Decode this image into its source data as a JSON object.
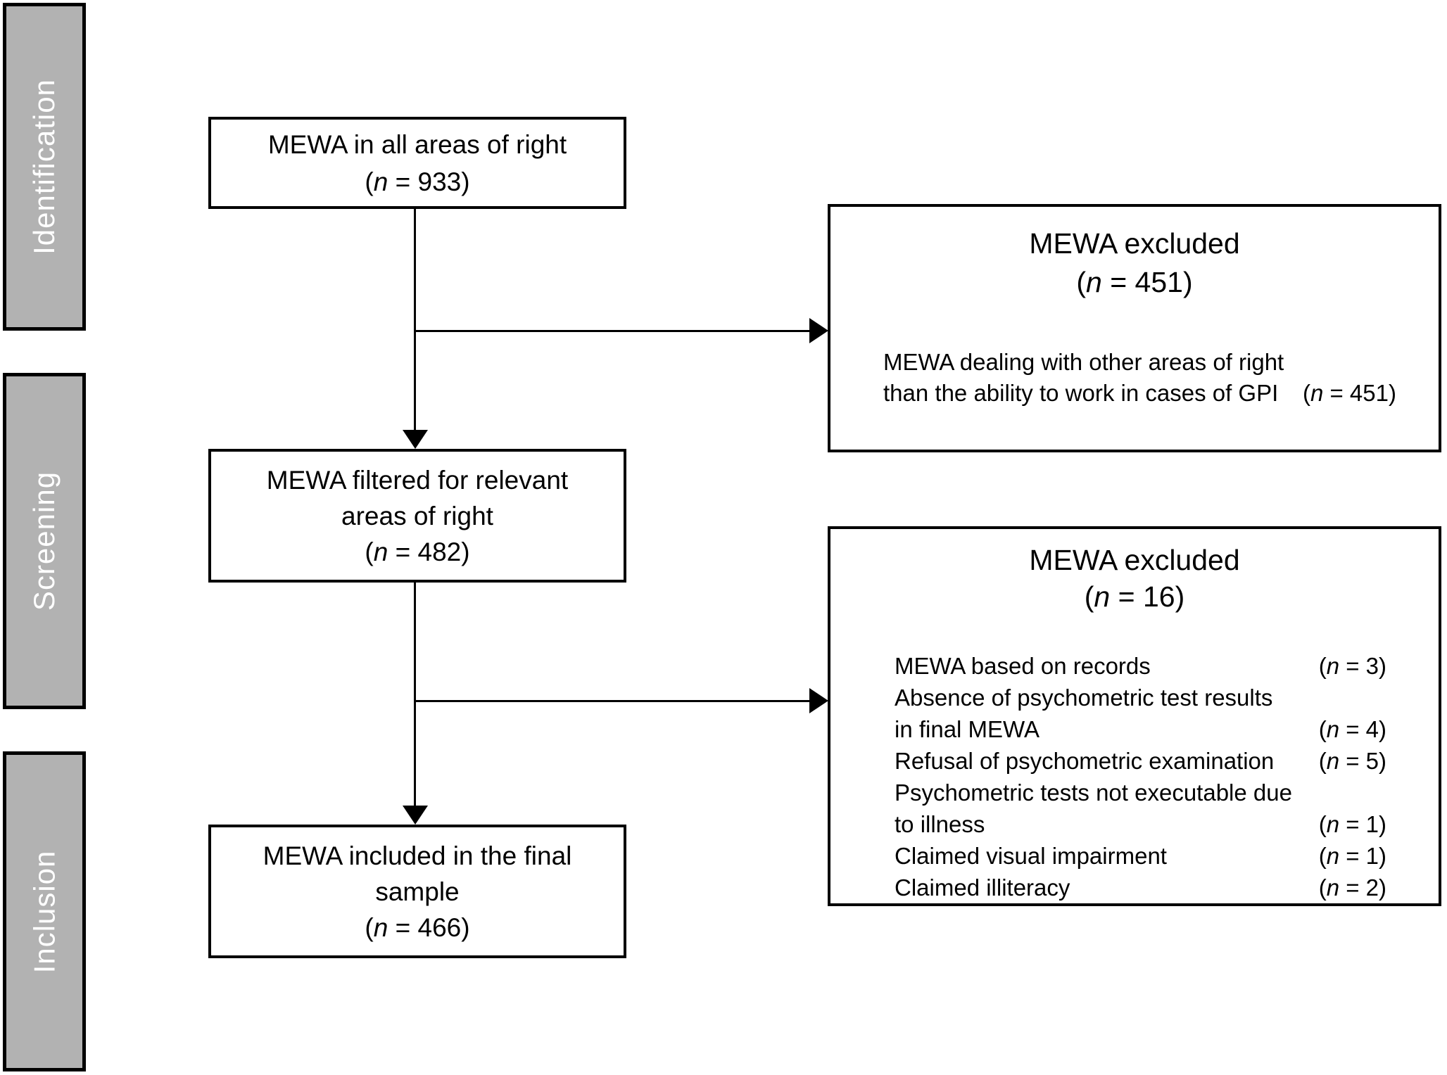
{
  "palette": {
    "background": "#ffffff",
    "box_border": "#000000",
    "text": "#000000",
    "stage_fill": "#b2b2b2",
    "stage_text": "#ffffff"
  },
  "stages": {
    "identification": "Identification",
    "screening": "Screening",
    "inclusion": "Inclusion"
  },
  "flow": {
    "box1": {
      "line1": "MEWA in all areas of right",
      "n_open": "(",
      "n_var": "n",
      "n_rest": " = 933)"
    },
    "box2": {
      "line1": "MEWA filtered for relevant",
      "line2": "areas of right",
      "n_open": "(",
      "n_var": "n",
      "n_rest": " = 482)"
    },
    "box3": {
      "line1": "MEWA included in the final",
      "line2": "sample",
      "n_open": "(",
      "n_var": "n",
      "n_rest": " = 466)"
    }
  },
  "exclusion1": {
    "title": "MEWA excluded",
    "n_open": "(",
    "n_var": "n",
    "n_rest": " = 451)",
    "body_line1": "MEWA dealing with other areas of right",
    "body_line2": "than the ability to work in cases of GPI",
    "body_n_open": "(",
    "body_n_var": "n",
    "body_n_rest": " = 451)"
  },
  "exclusion2": {
    "title": "MEWA excluded",
    "n_open": "(",
    "n_var": "n",
    "n_rest": " = 16)",
    "items": [
      {
        "label": "MEWA based on records",
        "n_open": "(",
        "n_var": "n",
        "n_rest": " = 3)"
      },
      {
        "label": "Absence of psychometric test results",
        "n_open": "",
        "n_var": "",
        "n_rest": ""
      },
      {
        "label": "in final MEWA",
        "n_open": "(",
        "n_var": "n",
        "n_rest": " = 4)"
      },
      {
        "label": "Refusal of psychometric examination",
        "n_open": "(",
        "n_var": "n",
        "n_rest": " = 5)"
      },
      {
        "label": "Psychometric tests not executable due",
        "n_open": "",
        "n_var": "",
        "n_rest": ""
      },
      {
        "label": "to illness",
        "n_open": "(",
        "n_var": "n",
        "n_rest": " = 1)"
      },
      {
        "label": "Claimed visual impairment",
        "n_open": "(",
        "n_var": "n",
        "n_rest": " = 1)"
      },
      {
        "label": "Claimed illiteracy",
        "n_open": "(",
        "n_var": "n",
        "n_rest": " = 2)"
      }
    ]
  }
}
